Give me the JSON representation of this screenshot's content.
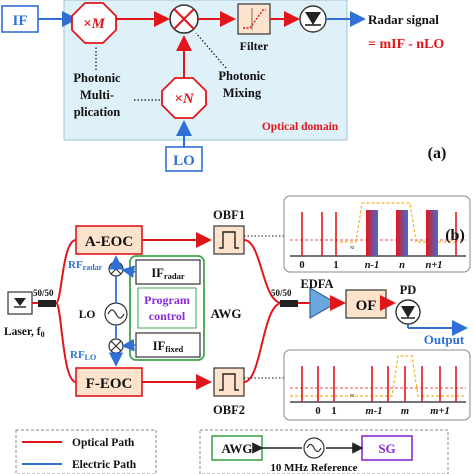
{
  "panel_a": {
    "if_label": "IF",
    "lo_label": "LO",
    "mult_m": "×M",
    "mult_n": "×N",
    "photonic_multiplication": [
      "Photonic",
      "Multi-",
      "plication"
    ],
    "photonic_mixing": [
      "Photonic",
      "Mixing"
    ],
    "filter_label": "Filter",
    "radar_signal": "Radar signal",
    "radar_formula": "= mIF - nLO",
    "optical_domain": "Optical domain",
    "panel_label": "(a)"
  },
  "panel_b": {
    "panel_label": "(b)",
    "a_eoc": "A-EOC",
    "f_eoc": "F-EOC",
    "obf1": "OBF1",
    "obf2": "OBF2",
    "rf_radar": "RF",
    "rf_radar_sub": "radar",
    "rf_lo": "RF",
    "rf_lo_sub": "LO",
    "lo": "LO",
    "if_radar": "IF",
    "if_radar_sub": "radar",
    "if_fixed": "IF",
    "if_fixed_sub": "fixed",
    "program_control": [
      "Program",
      "control"
    ],
    "awg": "AWG",
    "edfa": "EDFA",
    "of": "OF",
    "pd": "PD",
    "output": "Output",
    "laser": "Laser, f",
    "laser_sub": "0",
    "splitter_left": "50/50",
    "splitter_right": "50/50",
    "spectrum_top_ticks": [
      "0",
      "1",
      "n-1",
      "n",
      "n+1"
    ],
    "spectrum_bottom_ticks": [
      "0",
      "1",
      "m-1",
      "m",
      "m+1"
    ],
    "legend_optical": "Optical Path",
    "legend_electric": "Electric Path",
    "ref_awg": "AWG",
    "ref_sg": "SG",
    "ref_label": "10 MHz Reference"
  },
  "colors": {
    "optical": "#e0161b",
    "electric": "#2f6fd6",
    "domain_bg": "#dff1f8",
    "box_fill": "#fde2cc",
    "awg_green": "#3fa64a",
    "program_purple": "#8a2bd6",
    "edfa_blue": "#6aa7dd"
  }
}
